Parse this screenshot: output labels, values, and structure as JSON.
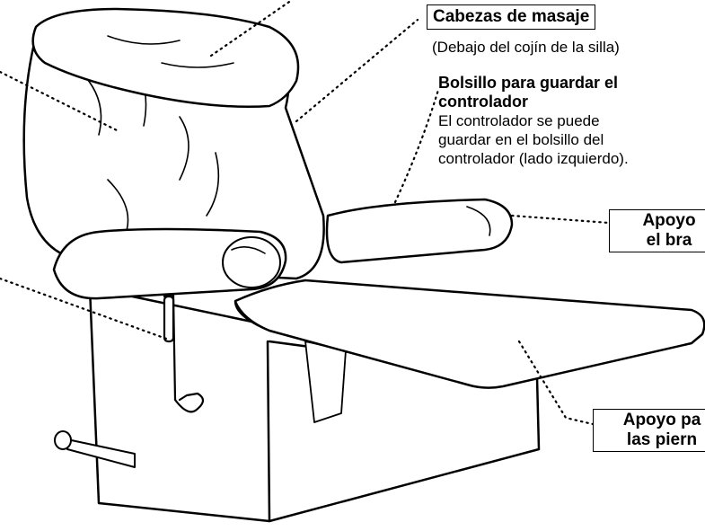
{
  "callouts": {
    "massage_heads": {
      "title": "Cabezas de masaje",
      "note": "(Debajo del cojín de la silla)"
    },
    "controller_pocket": {
      "title_line1": "Bolsillo para guardar el",
      "title_line2": "controlador",
      "body_line1": "El controlador se puede",
      "body_line2": "guardar en el bolsillo del",
      "body_line3": "controlador (lado izquierdo)."
    },
    "armrest": {
      "line1": "Apoyo",
      "line2": "el bra"
    },
    "legrest": {
      "line1": "Apoyo pa",
      "line2": "las piern"
    }
  }
}
